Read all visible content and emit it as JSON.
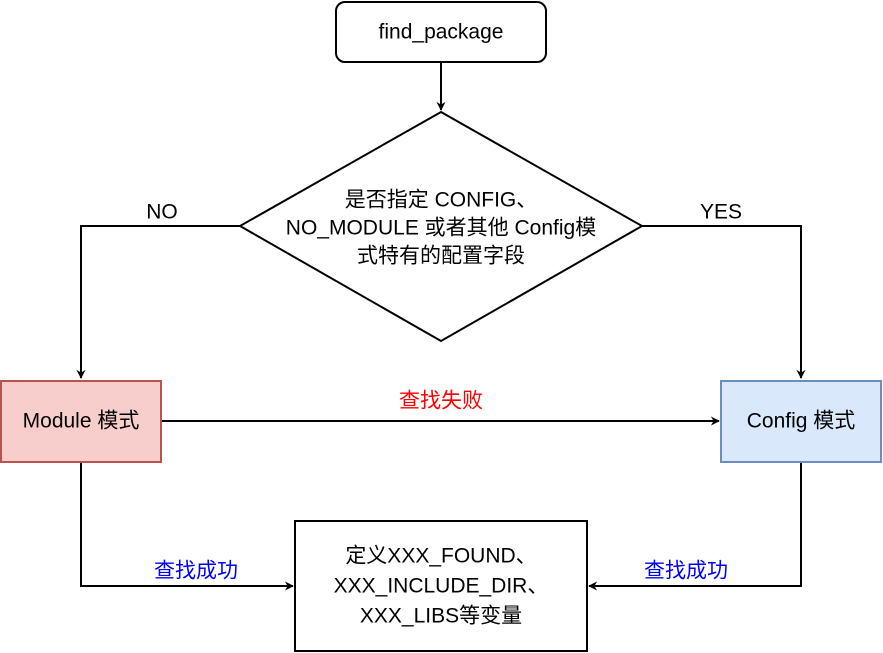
{
  "nodes": {
    "start": {
      "label": "find_package"
    },
    "decision": {
      "lines": [
        "是否指定 CONFIG、",
        "NO_MODULE 或者其他 Config模",
        "式特有的配置字段"
      ]
    },
    "module_mode": {
      "label": "Module 模式",
      "fill": "#f8cecc",
      "stroke": "#b85450"
    },
    "config_mode": {
      "label": "Config 模式",
      "fill": "#dae8fc",
      "stroke": "#6c8ebf"
    },
    "result": {
      "lines": [
        "定义XXX_FOUND、",
        "XXX_INCLUDE_DIR、",
        "XXX_LIBS等变量"
      ]
    }
  },
  "edges": {
    "no_label": "NO",
    "yes_label": "YES",
    "fail_label": "查找失败",
    "fail_color": "#ff0000",
    "success_left_label": "查找成功",
    "success_right_label": "查找成功",
    "success_color": "#0000ff"
  }
}
